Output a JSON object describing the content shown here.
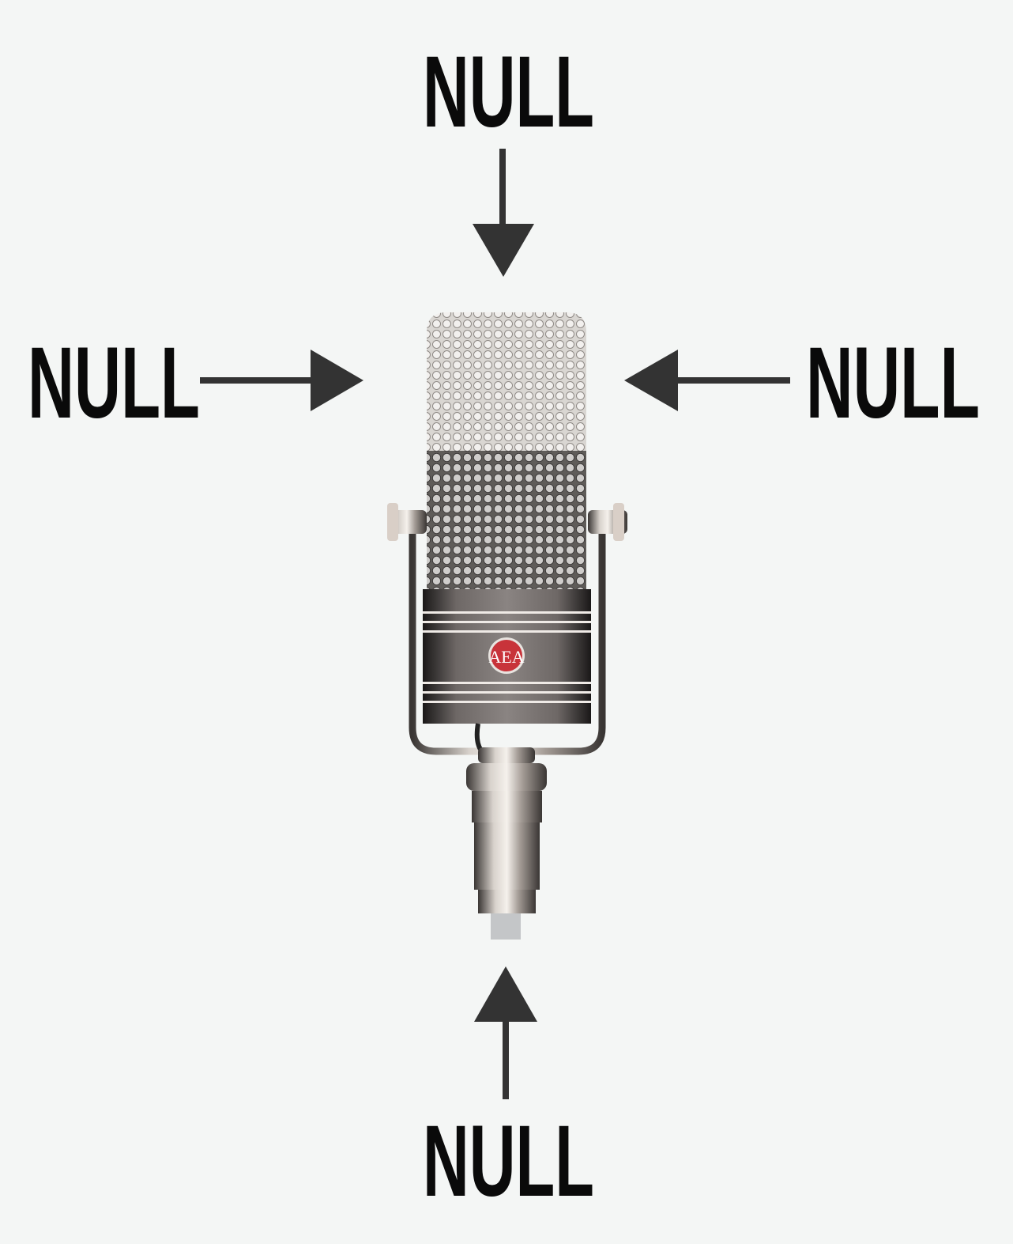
{
  "labels": {
    "top": "NULL",
    "left": "NULL",
    "right": "NULL",
    "bottom": "NULL"
  },
  "microphone": {
    "logo_text": "AEA",
    "logo_color": "#c8333a"
  },
  "colors": {
    "background": "#f4f6f5",
    "arrow": "#333333",
    "label": "#0a0a0a"
  }
}
